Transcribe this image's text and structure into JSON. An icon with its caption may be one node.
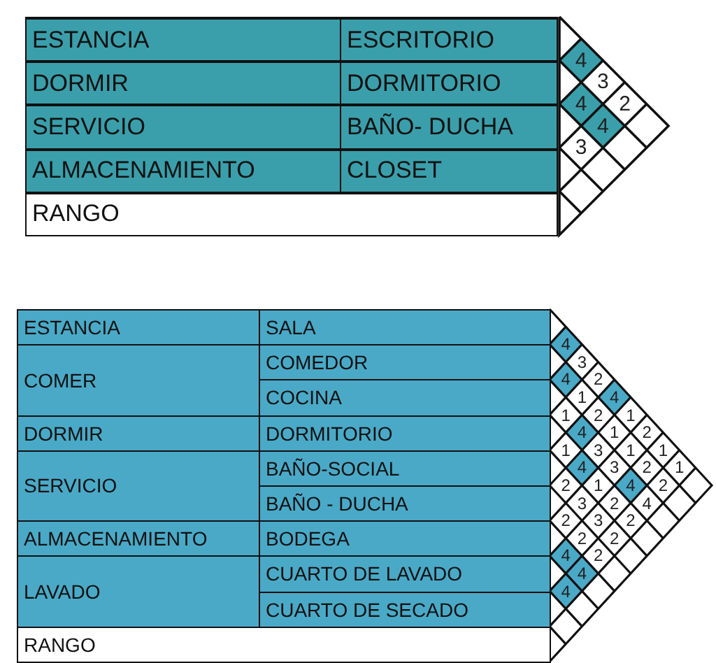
{
  "diagram": {
    "labels": [
      "ESTANCIA",
      "ESCRITORIO",
      "DORMIR",
      "DORMITORIO",
      "SERVICIO",
      "BAÑO- DUCHA",
      "ALMACENAMIENTO",
      "CLOSET",
      "RANGO",
      "4",
      "3",
      "4",
      "2",
      "4",
      "3",
      "ESTANCIA",
      "SALA",
      "COMER",
      "COMEDOR",
      "COCINA",
      "DORMIR",
      "DORMITORIO",
      "SERVICIO",
      "BAÑO-SOCIAL",
      "BAÑO - DUCHA",
      "ALMACENAMIENTO",
      "BODEGA",
      "LAVADO",
      "CUARTO DE LAVADO",
      "CUARTO DE SECADO",
      "RANGO",
      "4",
      "3",
      "4",
      "2",
      "1",
      "4",
      "1",
      "2",
      "1",
      "4",
      "1",
      "2",
      "1",
      "3",
      "1",
      "1",
      "4",
      "3",
      "2",
      "1",
      "2",
      "1",
      "4",
      "2",
      "3",
      "2",
      "4",
      "2",
      "3",
      "2",
      "2",
      "2",
      "4",
      "2",
      "4",
      "4"
    ]
  }
}
